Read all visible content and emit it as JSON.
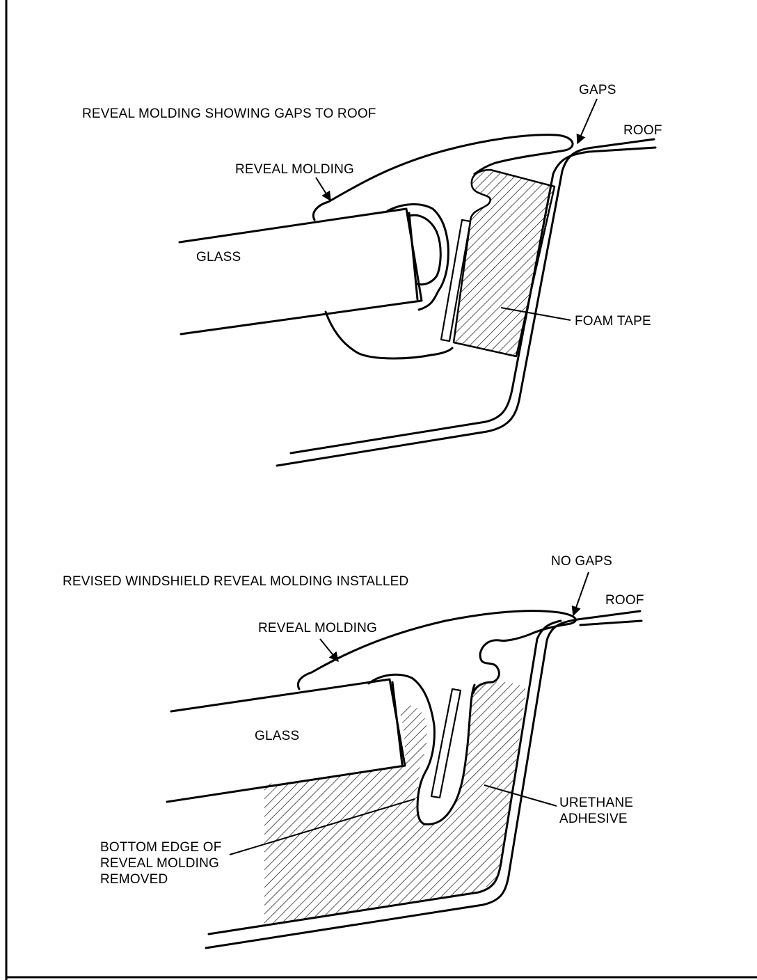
{
  "top_figure": {
    "caption": "REVEAL MOLDING SHOWING GAPS TO ROOF",
    "labels": {
      "gaps": "GAPS",
      "roof": "ROOF",
      "reveal_molding": "REVEAL MOLDING",
      "glass": "GLASS",
      "foam_tape": "FOAM TAPE"
    }
  },
  "bottom_figure": {
    "caption": "REVISED WINDSHIELD REVEAL MOLDING INSTALLED",
    "labels": {
      "no_gaps": "NO GAPS",
      "roof": "ROOF",
      "reveal_molding": "REVEAL MOLDING",
      "glass": "GLASS",
      "urethane_adhesive": "URETHANE\nADHESIVE",
      "bottom_edge": "BOTTOM EDGE OF\nREVEAL MOLDING\nREMOVED"
    }
  }
}
